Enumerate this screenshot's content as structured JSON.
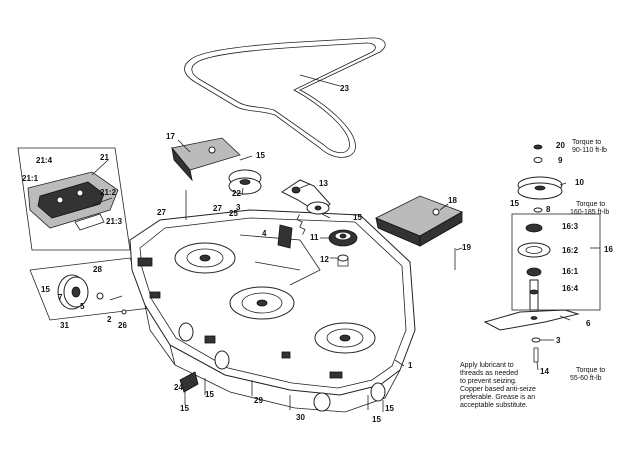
{
  "callouts": {
    "c1": "1",
    "c2": "2",
    "c3": "3",
    "c4": "4",
    "c5": "5",
    "c6": "6",
    "c7": "7",
    "c8": "8",
    "c9": "9",
    "c10": "10",
    "c11": "11",
    "c12": "12",
    "c13": "13",
    "c14": "14",
    "c16": "16",
    "c17": "17",
    "c18": "18",
    "c19": "19",
    "c20": "20",
    "c21": "21",
    "c21_1": "21:1",
    "c21_2": "21:2",
    "c21_3": "21:3",
    "c21_4": "21:4",
    "c22": "22",
    "c23": "23",
    "c24": "24",
    "c25": "25",
    "c26": "26",
    "c27": "27",
    "c28": "28",
    "c29": "29",
    "c30": "30",
    "c31": "31",
    "c16_1": "16:1",
    "c16_2": "16:2",
    "c16_3": "16:3",
    "c16_4": "16:4",
    "c15": "15"
  },
  "notes": {
    "torque_top_1": "Torque to",
    "torque_top_2": "90-110 ft-lb",
    "torque_mid_1": "Torque to",
    "torque_mid_2": "160-185 ft-lb",
    "torque_bot_1": "Torque to",
    "torque_bot_2": "55-60 ft-lb",
    "apply_1": "Apply lubricant to",
    "apply_2": "threads as needed",
    "apply_3": "to prevent seizing.",
    "apply_4": "Copper based anti-seize",
    "apply_5": "preferable. Grease is an",
    "apply_6": "acceptable substitute."
  }
}
